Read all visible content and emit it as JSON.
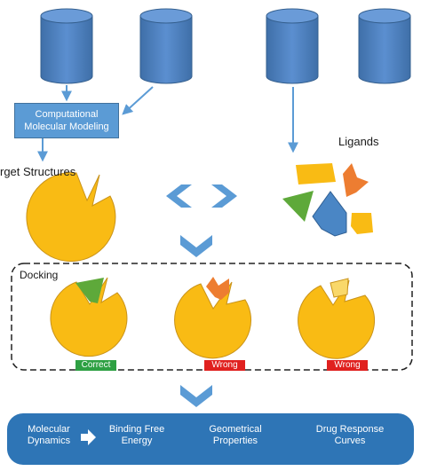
{
  "modeling_box": {
    "line1": "Computational",
    "line2": "Molecular Modeling"
  },
  "target_label": "rget Structures",
  "ligands_label": "Ligands",
  "docking_label": "Docking",
  "docking_results": [
    {
      "label": "Correct",
      "color": "#2ea043"
    },
    {
      "label": "Wrong",
      "color": "#e0211f"
    },
    {
      "label": "Wrong",
      "color": "#e0211f"
    }
  ],
  "pipeline": {
    "steps": [
      {
        "line1": "Molecular",
        "line2": "Dynamics"
      },
      {
        "line1": "Binding Free",
        "line2": "Energy"
      },
      {
        "line1": "Geometrical",
        "line2": "Properties"
      },
      {
        "line1": "Drug Response",
        "line2": "Curves"
      }
    ]
  },
  "colors": {
    "database": "#4f81bd",
    "arrow": "#5b9bd5",
    "protein": "#f9bb14",
    "ligand_green": "#5ea93a",
    "ligand_orange": "#ed7d31",
    "ligand_blue": "#4a86c5",
    "pipeline_bg": "#2e75b6"
  }
}
